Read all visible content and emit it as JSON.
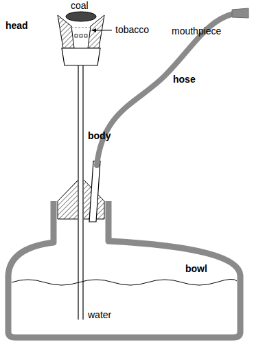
{
  "diagram": {
    "labels": [
      "coal",
      "head",
      "tobacco",
      "mouthpiece",
      "hose",
      "body",
      "bowl",
      "water"
    ]
  }
}
